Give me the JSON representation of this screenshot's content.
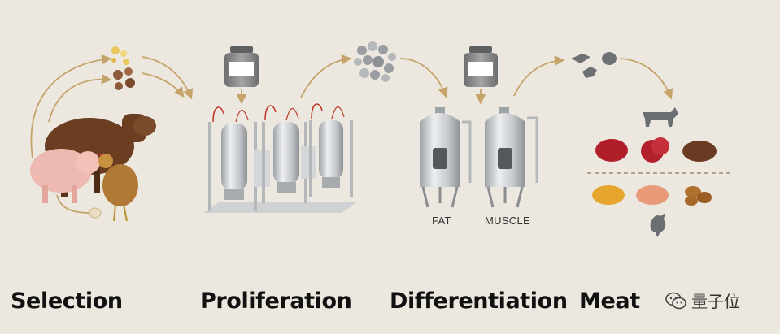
{
  "stages": [
    {
      "id": "selection",
      "label": "Selection"
    },
    {
      "id": "proliferation",
      "label": "Proliferation"
    },
    {
      "id": "differentiation",
      "label": "Differentiation"
    },
    {
      "id": "meat",
      "label": "Meat"
    }
  ],
  "tanks": {
    "fat_label": "FAT",
    "muscle_label": "MUSCLE"
  },
  "watermark": {
    "text": "量子位"
  },
  "colors": {
    "background": "#ece7df",
    "arrow": "#c4a46a",
    "text": "#111111",
    "steel": "#c9cbce"
  }
}
